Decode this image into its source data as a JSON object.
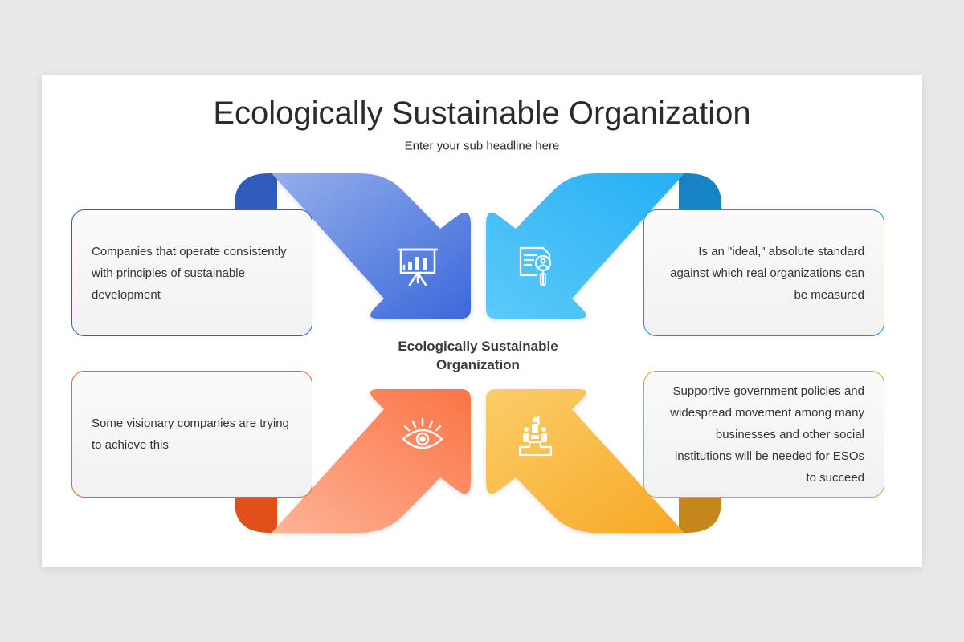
{
  "title": "Ecologically Sustainable Organization",
  "subtitle": "Enter your sub headline here",
  "center_label": "Ecologically Sustainable Organization",
  "cards": {
    "top_left": {
      "text": "Companies that operate consistently with principles of sustainable development",
      "icon": "presentation-board-icon",
      "color": "#4a74dd"
    },
    "top_right": {
      "text": "Is an \"ideal,\" absolute standard against which real organizations can be measured",
      "icon": "document-magnifier-icon",
      "color": "#29b2f5"
    },
    "bottom_left": {
      "text": "Some visionary companies are trying to achieve this",
      "icon": "eye-icon",
      "color": "#fb7a4c"
    },
    "bottom_right": {
      "text": "Supportive government policies and widespread movement among many businesses and other social institutions will be needed for ESOs to succeed",
      "icon": "podium-people-icon",
      "color": "#f8b232"
    }
  }
}
